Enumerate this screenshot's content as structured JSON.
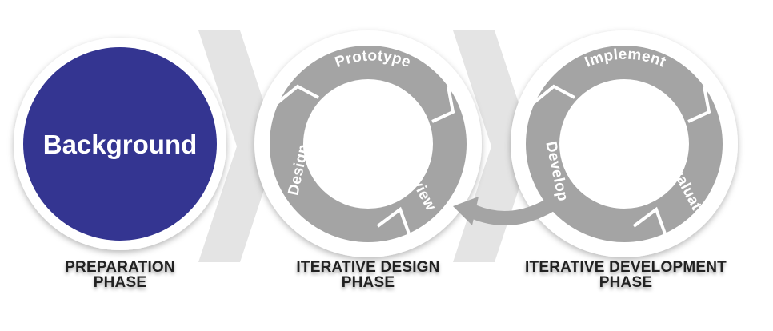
{
  "colors": {
    "primary_circle": "#343591",
    "cycle_arrow": "#a4a4a4",
    "chevron": "#e4e4e4",
    "label_text": "#222222",
    "background": "#ffffff"
  },
  "phases": [
    {
      "id": "preparation",
      "center_label": "Background",
      "caption_line1": "PREPARATION",
      "caption_line2": "PHASE"
    },
    {
      "id": "design",
      "steps": [
        "Prototype",
        "Review",
        "Design"
      ],
      "caption_line1": "ITERATIVE DESIGN",
      "caption_line2": "PHASE"
    },
    {
      "id": "development",
      "steps": [
        "Implement",
        "Evaluate",
        "Develop"
      ],
      "caption_line1": "ITERATIVE DEVELOPMENT",
      "caption_line2": "PHASE"
    }
  ],
  "connector": {
    "direction": "from development phase back to design phase",
    "icon": "curved-arrow-icon"
  }
}
